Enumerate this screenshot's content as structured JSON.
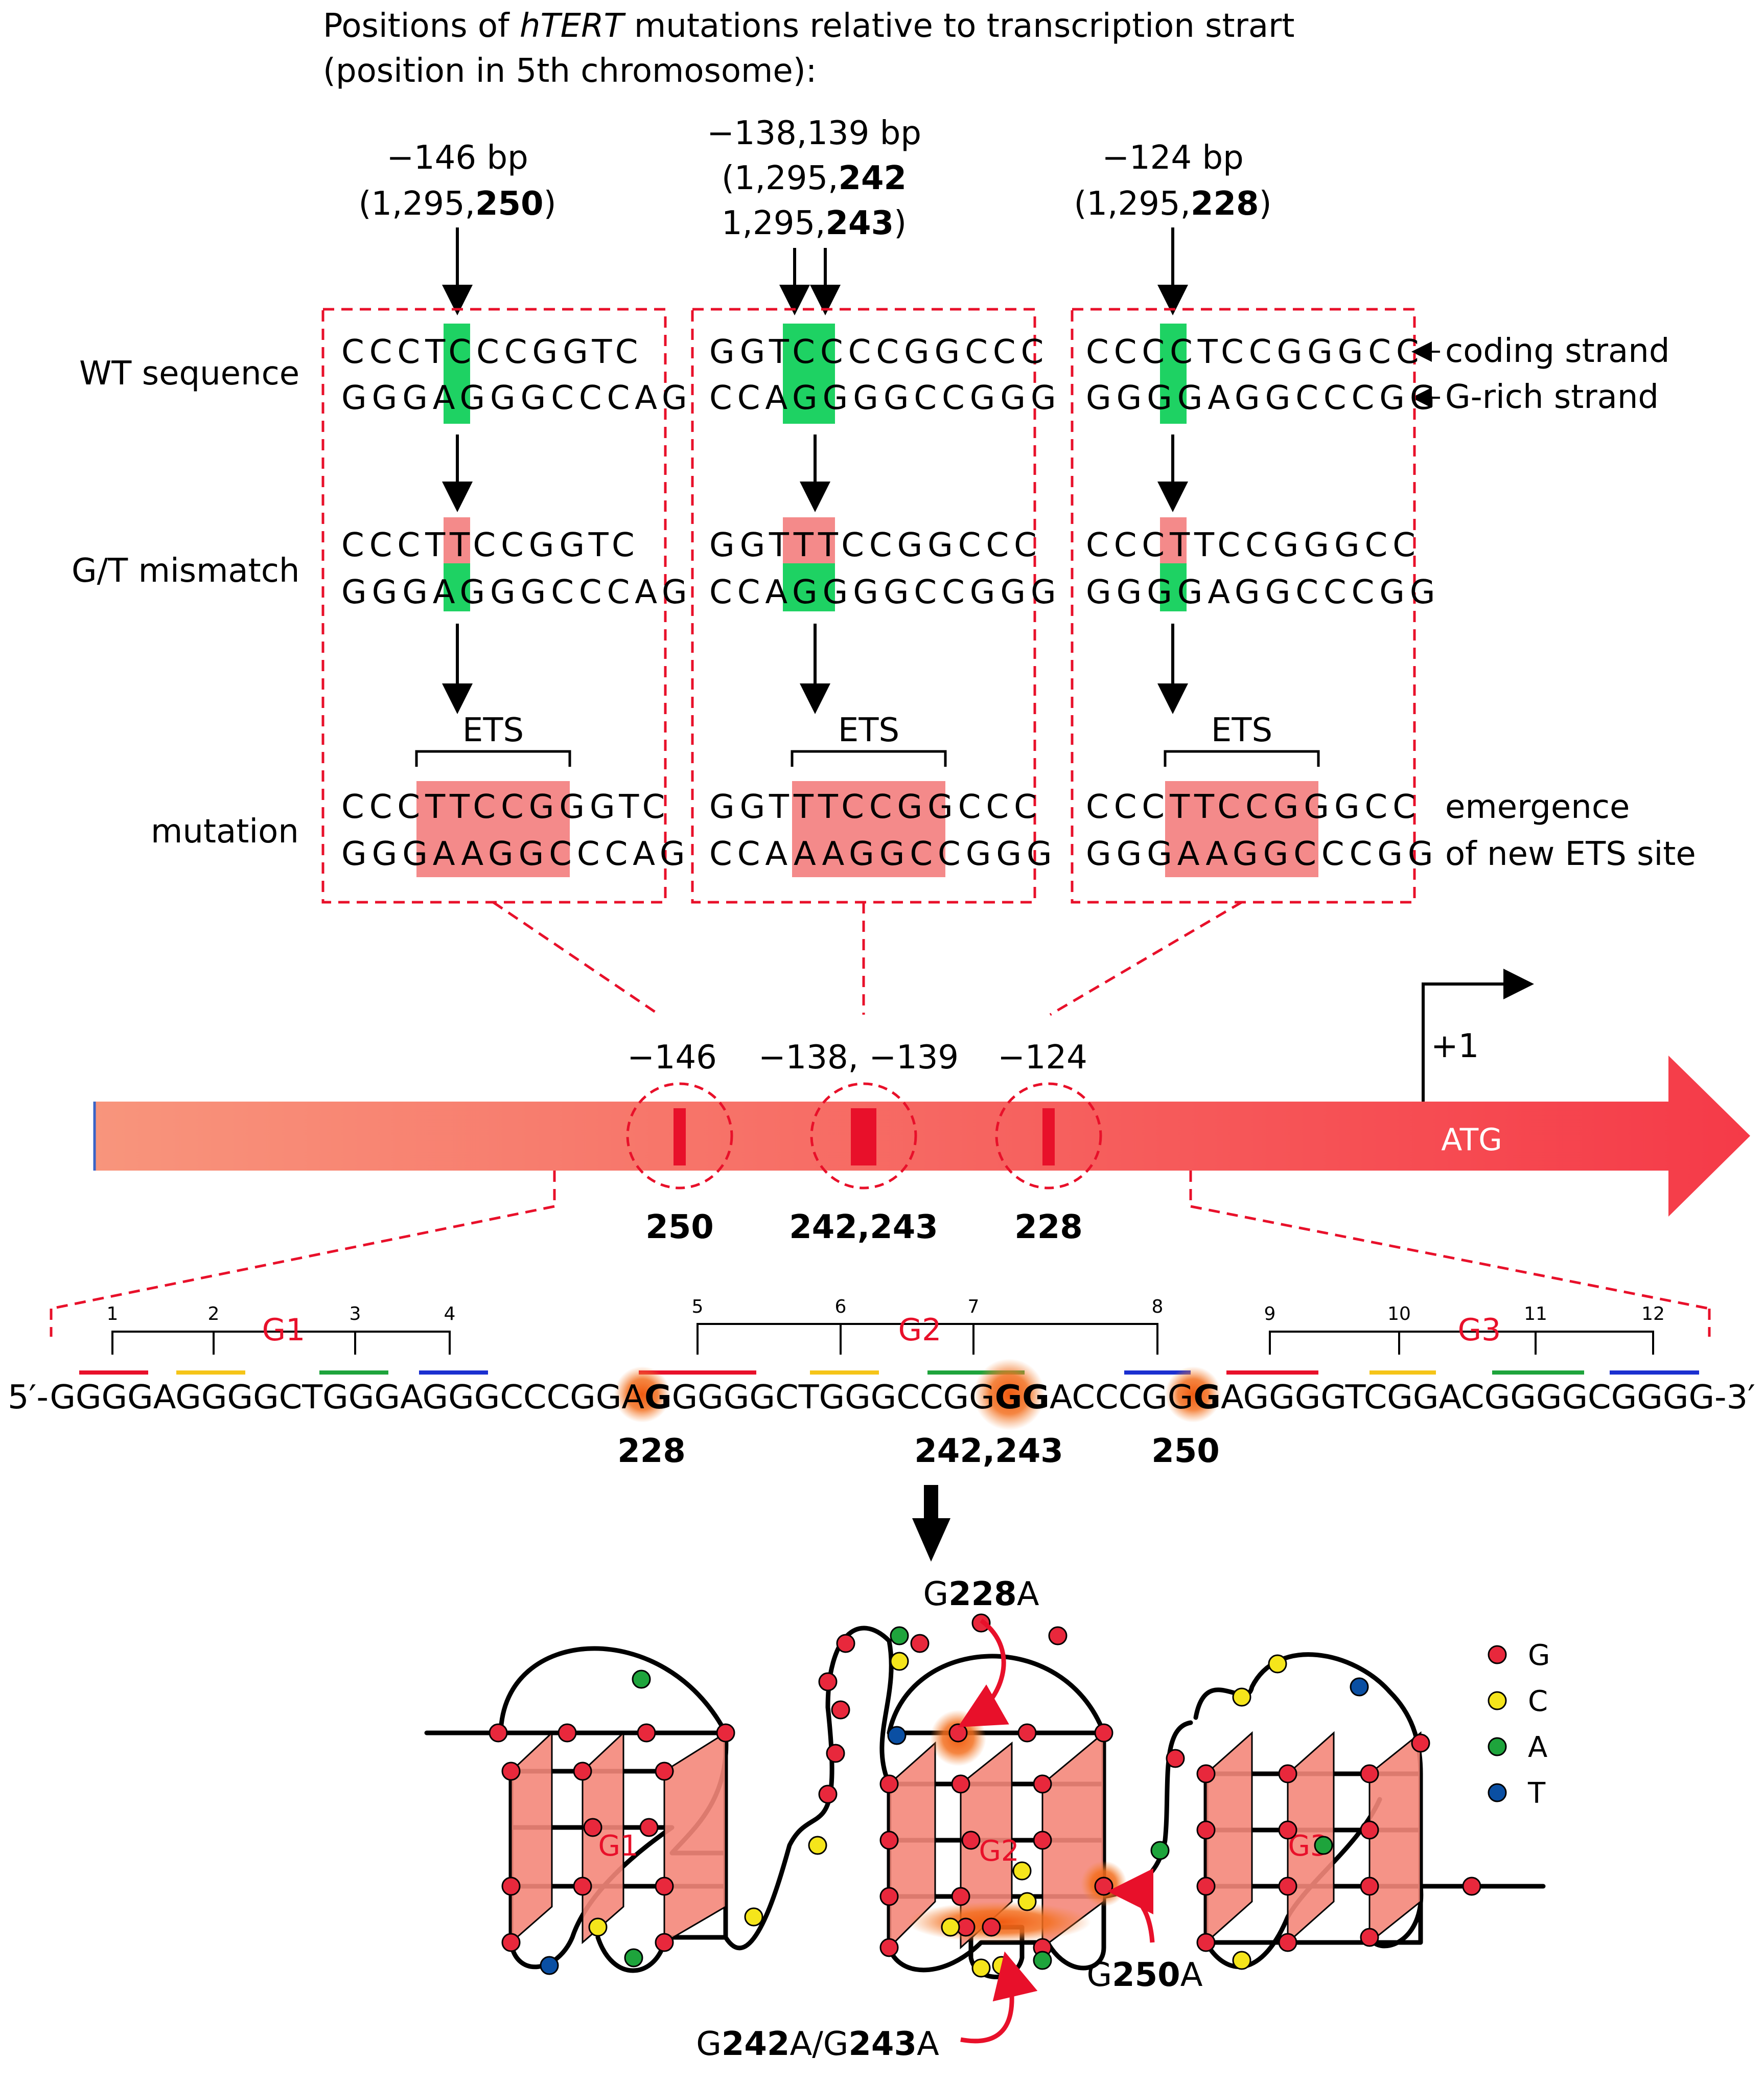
{
  "header": {
    "title_part1": "Positions of ",
    "title_gene": "hTERT",
    "title_part2": " mutations relative to transcription strart",
    "title_line2": "(position in 5th chromosome):"
  },
  "mutation_headers": [
    {
      "bp": "−146 bp",
      "open": "(1,295,",
      "bold": "250",
      "close": ")"
    },
    {
      "bp": "−138,139 bp",
      "open": "(1,295,",
      "bold": "242",
      "line3_pre": "1,295,",
      "line3_bold": "243",
      "close": ")"
    },
    {
      "bp": "−124 bp",
      "open": "(1,295,",
      "bold": "228",
      "close": ")"
    }
  ],
  "row_labels": {
    "wt": "WT sequence",
    "gt": "G/T mismatch",
    "mut": "mutation"
  },
  "strand_labels": {
    "coding": "coding strand",
    "grich": "G-rich strand"
  },
  "ets_label": "ETS",
  "emergence_line1": "emergence",
  "emergence_line2": "of new ETS site",
  "boxes": [
    {
      "wt_top": "CCCTCCCGGTC",
      "wt_bot": "GGGAGGGCCCAG",
      "gt_top": "CCCTTCCGGTC",
      "gt_bot": "GGGAGGGCCCAG",
      "mut_top": "CCCTTCCGGGTC",
      "mut_bot": "GGGAAGGCCCAG"
    },
    {
      "wt_top": "GGTCCCCGGCCC",
      "wt_bot": "CCAGGGGCCGGG",
      "gt_top": "GGTTTCCGGCCC",
      "gt_bot": "CCAGGGGCCGGG",
      "mut_top": "GGTTTCCGGCCC",
      "mut_bot": "CCAAAGGCCGGG"
    },
    {
      "wt_top": "CCCCTCCGGGCC",
      "wt_bot": "GGGGAGGCCCGG",
      "gt_top": "CCCTTCCGGGCC",
      "gt_bot": "GGGGAGGCCCGG",
      "mut_top": "CCCTTCCGGGCC",
      "mut_bot": "GGGAAGGCCCGG"
    }
  ],
  "promoter": {
    "sites": [
      "−146",
      "−138, −139",
      "−124"
    ],
    "sites_bottom": [
      "250",
      "242,243",
      "228"
    ],
    "tss": "+1",
    "atg": "ATG"
  },
  "quadruplex_labels": [
    "G1",
    "G2",
    "G3"
  ],
  "tract_numbers": [
    "1",
    "2",
    "3",
    "4",
    "5",
    "6",
    "7",
    "8",
    "9",
    "10",
    "11",
    "12"
  ],
  "sequence": {
    "seg1": "5′-GGGGAGGGGCTGGGAGGGCCCGGA",
    "b1": "G",
    "seg2": "GGGGCTGGGCCGG",
    "b2": "GG",
    "seg3": "ACCCGG",
    "b3": "G",
    "seg4": "AGGGGTCGGACGGGGCGGGG-3′"
  },
  "seq_positions": [
    "228",
    "242,243",
    "250"
  ],
  "mut_labels": {
    "m228_pre": "G",
    "m228_bold": "228",
    "m228_post": "A",
    "m250_pre": "G",
    "m250_bold": "250",
    "m250_post": "A",
    "m242_pre": "G",
    "m242_bold": "242",
    "m242_mid": "A/G",
    "m243_bold": "243",
    "m243_post": "A"
  },
  "legend": [
    {
      "label": "G",
      "color": "#e8283c"
    },
    {
      "label": "C",
      "color": "#f5e51b"
    },
    {
      "label": "A",
      "color": "#1ea43c"
    },
    {
      "label": "T",
      "color": "#0a4fa3"
    }
  ],
  "colors": {
    "green": "#1ed263",
    "pink": "#f48a8a",
    "red": "#e8102a",
    "tract_colors": [
      "#e8102a",
      "#f5c518",
      "#1ea43c",
      "#1a2fd0"
    ]
  }
}
